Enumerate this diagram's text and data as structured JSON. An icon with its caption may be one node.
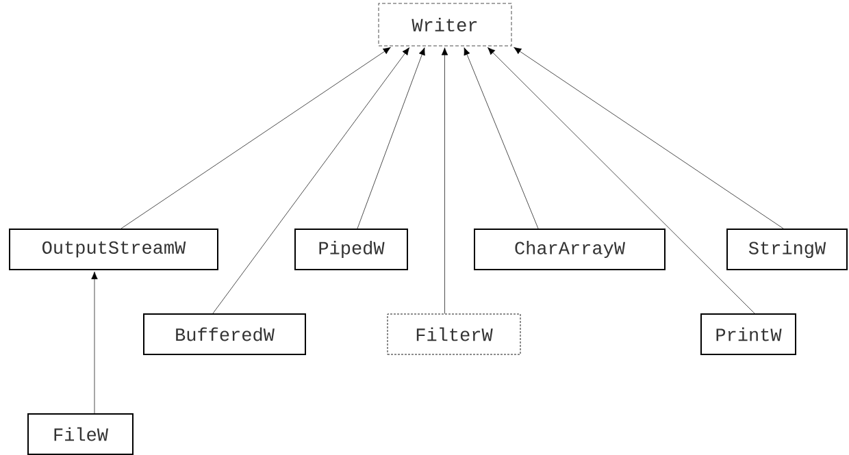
{
  "diagram": {
    "nodes": [
      {
        "text": [
          "Writer"
        ]
      },
      {
        "text": [
          "OutputStreamW"
        ]
      },
      {
        "text": [
          "PipedW"
        ]
      },
      {
        "text": [
          "CharArrayW"
        ]
      },
      {
        "text": [
          "StringW"
        ]
      },
      {
        "text": [
          "BufferedW"
        ]
      },
      {
        "text": [
          "FilterW"
        ]
      },
      {
        "text": [
          "PrintW"
        ]
      },
      {
        "text": [
          "FileW"
        ]
      }
    ],
    "edges": [
      {
        "from": 1,
        "to": 0,
        "arrow": "to"
      },
      {
        "from": 2,
        "to": 0,
        "arrow": "to"
      },
      {
        "from": 3,
        "to": 0,
        "arrow": "to"
      },
      {
        "from": 4,
        "to": 0,
        "arrow": "to"
      },
      {
        "from": 5,
        "to": 0,
        "arrow": "to"
      },
      {
        "from": 6,
        "to": 0,
        "arrow": "to"
      },
      {
        "from": 7,
        "to": 0,
        "arrow": "to"
      },
      {
        "from": 8,
        "to": 1,
        "arrow": "to"
      }
    ]
  }
}
